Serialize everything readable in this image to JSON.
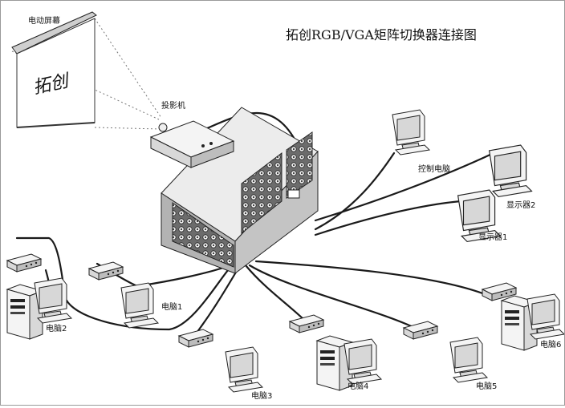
{
  "title": "拓创RGB/VGA矩阵切换器连接图",
  "screen": {
    "label": "电动屏幕",
    "logo_text": "拓创"
  },
  "projector": {
    "label": "投影机"
  },
  "control_pc": {
    "label": "控制电脑"
  },
  "monitors": [
    {
      "label": "显示器2"
    },
    {
      "label": "显示器1"
    }
  ],
  "computers": [
    {
      "label": "电脑1"
    },
    {
      "label": "电脑2"
    },
    {
      "label": "电脑3"
    },
    {
      "label": "电脑4"
    },
    {
      "label": "电脑5"
    },
    {
      "label": "电脑6"
    }
  ]
}
